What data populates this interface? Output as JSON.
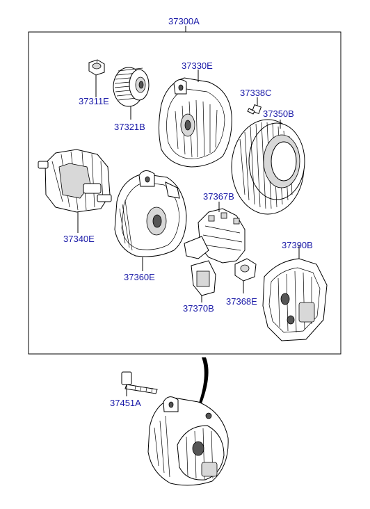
{
  "assembly": {
    "title": "37300A"
  },
  "parts": {
    "nut": "37311E",
    "pulley": "37321B",
    "front_bracket": "37330E",
    "bolt_small": "37338C",
    "stator": "37350B",
    "brush_holder": "37367B",
    "rotor": "37340E",
    "rear_bracket": "37360E",
    "rear_cover": "37390B",
    "regulator": "37370B",
    "terminal": "37368E",
    "mounting_bolt": "37451A"
  }
}
